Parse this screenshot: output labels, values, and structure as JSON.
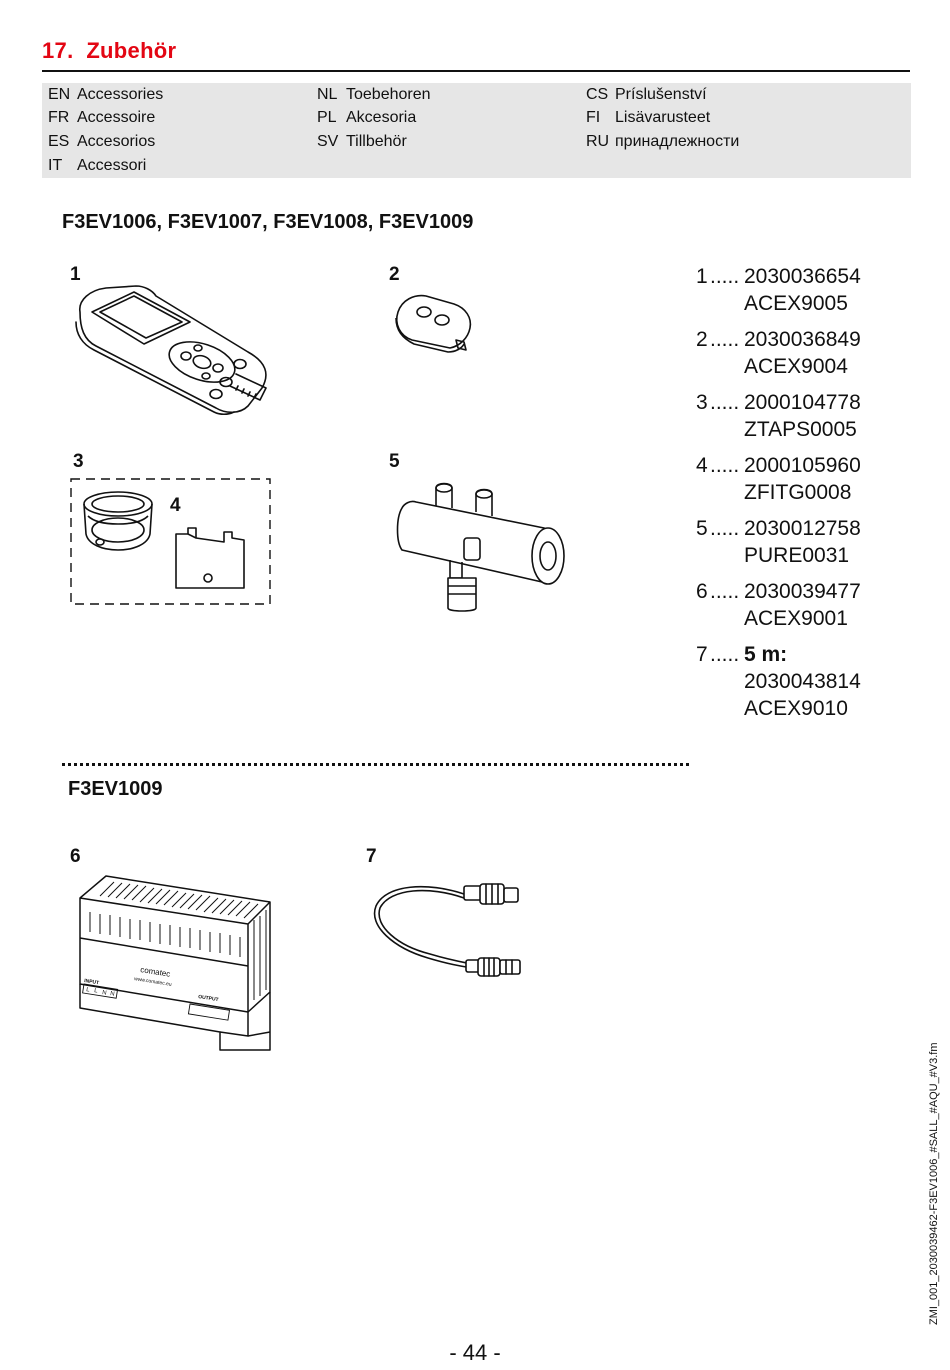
{
  "section": {
    "number": "17.",
    "title": "Zubehör"
  },
  "languages": [
    {
      "code": "EN",
      "label": "Accessories"
    },
    {
      "code": "FR",
      "label": "Accessoire"
    },
    {
      "code": "ES",
      "label": "Accesorios"
    },
    {
      "code": "IT",
      "label": "Accessori"
    },
    {
      "code": "NL",
      "label": "Toebehoren"
    },
    {
      "code": "PL",
      "label": "Akcesoria"
    },
    {
      "code": "SV",
      "label": "Tillbehör"
    },
    {
      "code": "CS",
      "label": "Príslušenství"
    },
    {
      "code": "FI",
      "label": "Lisävarusteet"
    },
    {
      "code": "RU",
      "label": "принадлежности"
    }
  ],
  "group1": {
    "heading": "F3EV1006, F3EV1007, F3EV1008, F3EV1009",
    "figures": [
      "1",
      "2",
      "3",
      "4",
      "5"
    ]
  },
  "parts": [
    {
      "num": "1",
      "dots": ".....",
      "lines": [
        "2030036654",
        "ACEX9005"
      ]
    },
    {
      "num": "2",
      "dots": ".....",
      "lines": [
        "2030036849",
        "ACEX9004"
      ]
    },
    {
      "num": "3",
      "dots": ".....",
      "lines": [
        "2000104778",
        "ZTAPS0005"
      ]
    },
    {
      "num": "4",
      "dots": ".....",
      "lines": [
        "2000105960",
        "ZFITG0008"
      ]
    },
    {
      "num": "5",
      "dots": ".....",
      "lines": [
        "2030012758",
        "PURE0031"
      ]
    },
    {
      "num": "6",
      "dots": ".....",
      "lines": [
        "2030039477",
        "ACEX9001"
      ]
    },
    {
      "num": "7",
      "dots": ".....",
      "bold": "5 m:",
      "lines": [
        "2030043814",
        "ACEX9010"
      ]
    }
  ],
  "group2": {
    "heading": "F3EV1009",
    "figures": [
      "6",
      "7"
    ]
  },
  "psu_label": {
    "brand": "comatec",
    "url": "www.comatec.eu",
    "output": "OUTPUT",
    "input": "INPUT",
    "terminals": [
      "L",
      "L",
      "N",
      "N"
    ]
  },
  "footer": {
    "file_ref": "ZMI_001_2030039462-F3EV1006_#SALL_#AQU_#V3.fm",
    "page": "- 44 -"
  },
  "colors": {
    "accent": "#e30613",
    "lang_bg": "#e6e6e6"
  }
}
